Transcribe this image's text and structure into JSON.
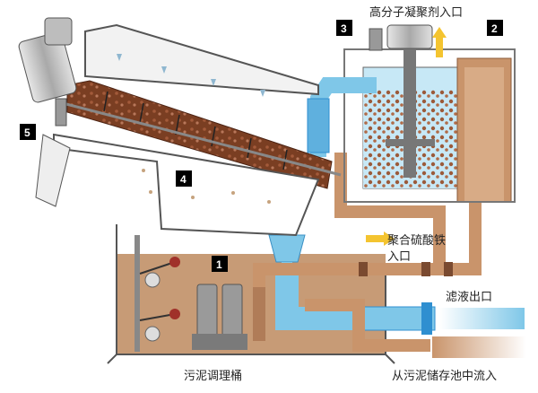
{
  "labels": {
    "polymer_inlet": "高分子凝聚剂入口",
    "ferric_inlet_line1": "聚合硫酸铁",
    "ferric_inlet_line2": "入口",
    "filtrate_outlet": "滤液出口",
    "sludge_tank": "污泥调理桶",
    "inflow": "从污泥储存池中流入"
  },
  "markers": [
    "1",
    "2",
    "3",
    "4",
    "5"
  ],
  "colors": {
    "sludge": "#c79b76",
    "pipe": "#c9946b",
    "water": "#7fc7e8",
    "water_dark": "#2f8fd0",
    "screw": "#7a3e22",
    "arrow_yellow": "#f4c430",
    "marker_bg": "#000000"
  }
}
